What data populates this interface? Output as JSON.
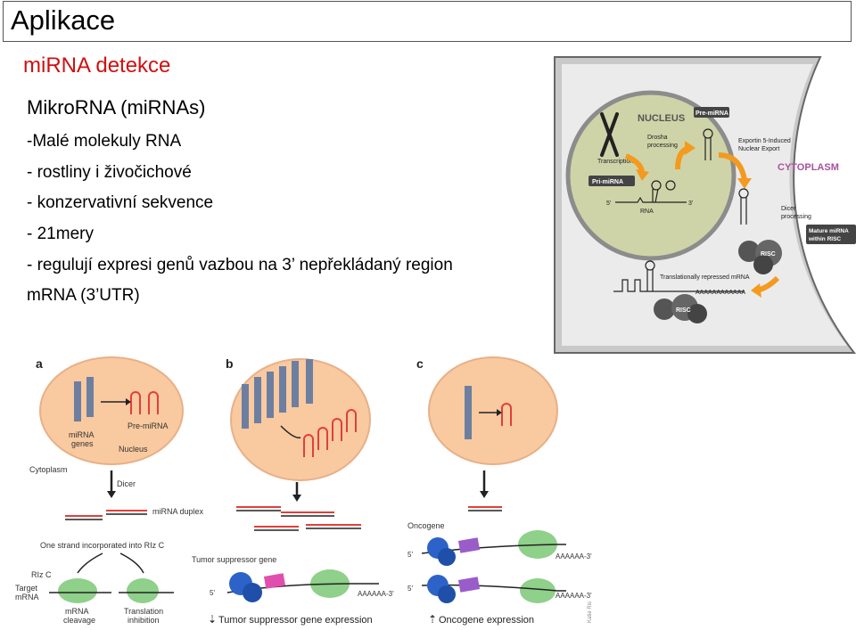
{
  "slide": {
    "title": "Aplikace",
    "subtitle": "miRNA detekce",
    "lines": [
      "MikroRNA (miRNAs)",
      "-Malé molekuly RNA",
      "- rostliny i živočichové",
      "- konzervativní sekvence",
      "- 21mery",
      "- regulují expresi genů vazbou na 3’ nepřekládaný region",
      "mRNA (3’UTR)"
    ]
  },
  "figure_top": {
    "nucleus": "NUCLEUS",
    "cytoplasm": "CYTOPLASM",
    "pre_mirna": "Pre-miRNA",
    "drosha": [
      "Drosha",
      "processing"
    ],
    "exportin": [
      "Exportin 5-Induced",
      "Nuclear Export"
    ],
    "transcription": "Transcription",
    "pri_mirna": "Pri-miRNA",
    "rna": "RNA",
    "dicer": [
      "Dicer",
      "processing"
    ],
    "mature": [
      "Mature miRNA",
      "within RISC"
    ],
    "risc": "RISC",
    "repressed": "Translationally repressed mRNA",
    "polya": "AAAAAAAAAAAA",
    "five": "5'",
    "three": "3'"
  },
  "figure_bottom": {
    "panel_a": "a",
    "panel_b": "b",
    "panel_c": "c",
    "mirna_genes": [
      "miRNA",
      "genes"
    ],
    "pre_mirna": "Pre-miRNA",
    "nucleus": "Nucleus",
    "cytoplasm": "Cytoplasm",
    "dicer": "Dicer",
    "duplex": "miRNA duplex",
    "one_strand": "One strand incorporated into RIz C",
    "rizc": "RIz C",
    "target": [
      "Target",
      "mRNA"
    ],
    "cleavage": [
      "mRNA",
      "cleavage"
    ],
    "inhibition": [
      "Translation",
      "inhibition"
    ],
    "tumor_gene": "Tumor suppressor gene",
    "tumor_expr": "Tumor suppressor gene expression",
    "oncogene": "Oncogene",
    "onco_expr": "Oncogene expression",
    "polya": "AAAAAA-3'",
    "five": "5'",
    "down_arrow": "⇣",
    "up_arrow": "⇡",
    "credit": "Katie Ris"
  }
}
